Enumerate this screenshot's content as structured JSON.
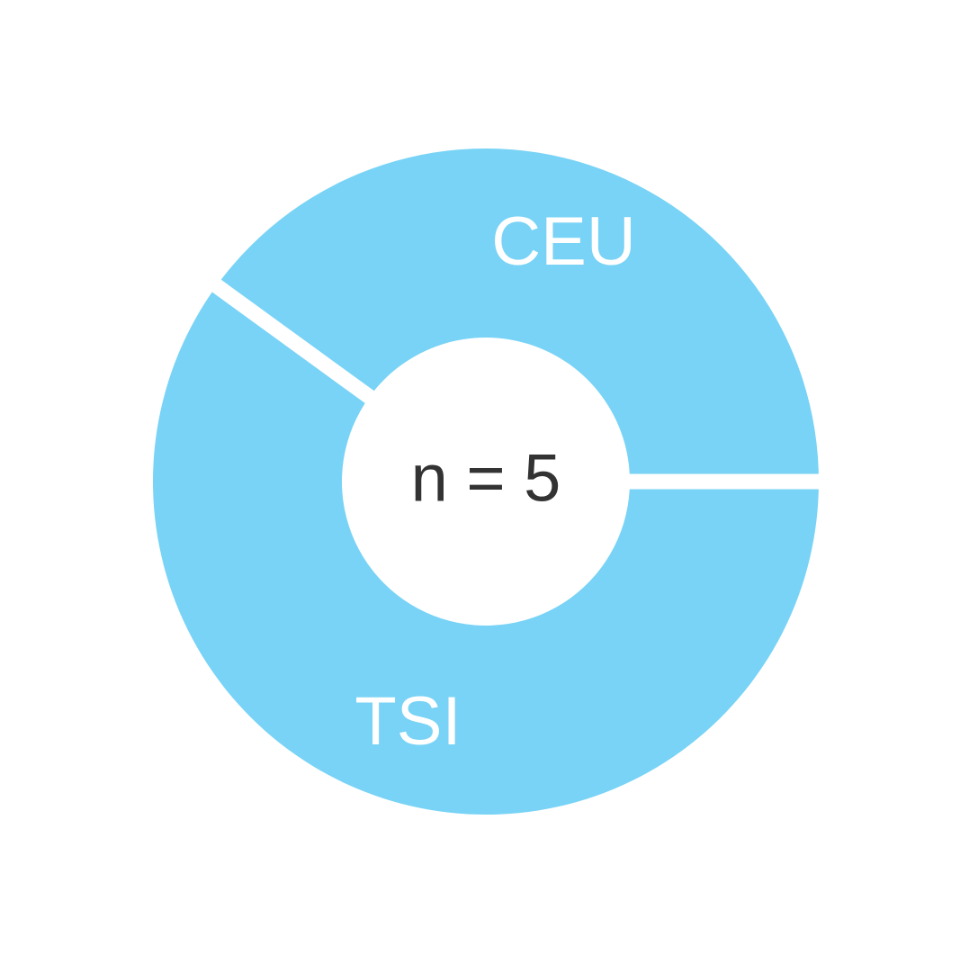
{
  "chart_data": {
    "type": "pie",
    "style": "donut",
    "center_label": "n = 5",
    "categories": [
      "CEU",
      "TSI"
    ],
    "values": [
      2,
      3
    ],
    "colors": {
      "slice": "#78d3f6",
      "separator": "#ffffff",
      "slice_label": "#ffffff",
      "center_label": "#333333"
    }
  }
}
